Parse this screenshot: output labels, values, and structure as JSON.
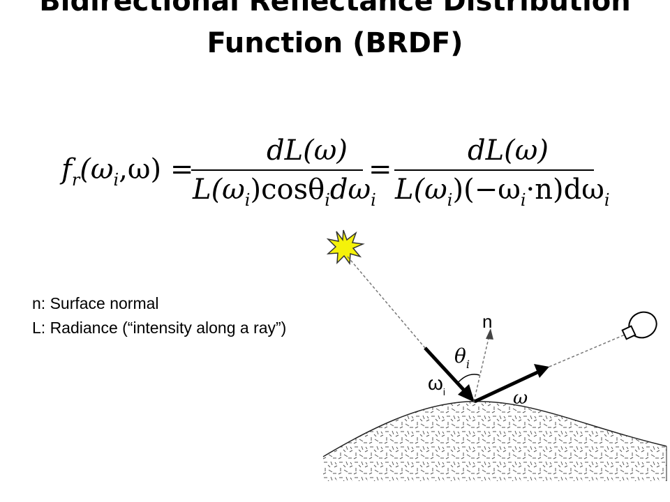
{
  "slide": {
    "title_line1": "Bidirectional Reflectance Distribution",
    "title_line2": "Function (BRDF)"
  },
  "formula": {
    "lhs": "f",
    "lhs_sub": "r",
    "lhs_args_open": "(ω",
    "lhs_args_sub": "i",
    "lhs_args_close": ",ω) =",
    "frac1_num": "dL(ω)",
    "frac1_den_a": "L(ω",
    "frac1_den_a_sub": "i",
    "frac1_den_b": ")cosθ",
    "frac1_den_b_sub": "i",
    "frac1_den_c": "dω",
    "frac1_den_c_sub": "i",
    "eq2": "=",
    "frac2_num": "dL(ω)",
    "frac2_den_a": "L(ω",
    "frac2_den_a_sub": "i",
    "frac2_den_b": ")(−ω",
    "frac2_den_b_sub": "i",
    "frac2_den_c": "·n)dω",
    "frac2_den_c_sub": "i"
  },
  "legend": {
    "line1": "n: Surface normal",
    "line2": "L: Radiance (“intensity along a ray”)"
  },
  "diagram": {
    "normal_label": "n",
    "theta_label": "θ",
    "theta_sub": "i",
    "incoming_label": "ω",
    "incoming_sub": "i",
    "outgoing_label": "ω",
    "light_icon": "sun-burst-icon",
    "viewer_icon": "camera-icon",
    "colors": {
      "sun_fill": "#f5f20a",
      "surface_speckle": "#555555"
    }
  }
}
